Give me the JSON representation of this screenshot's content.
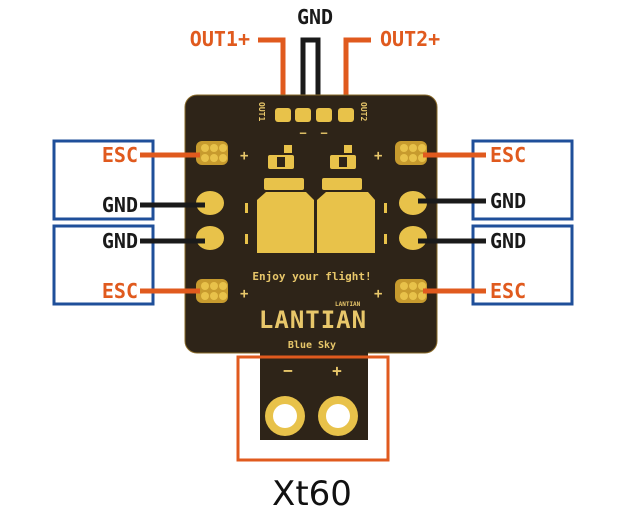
{
  "labels": {
    "gnd_top": "GND",
    "out1": "OUT1+",
    "out2": "OUT2+",
    "esc_left_top": "ESC",
    "gnd_left_top": "GND",
    "gnd_left_bottom": "GND",
    "esc_left_bottom": "ESC",
    "esc_right_top": "ESC",
    "gnd_right_top": "GND",
    "gnd_right_bottom": "GND",
    "esc_right_bottom": "ESC",
    "xt60": "Xt60"
  },
  "pcb": {
    "silk_out1": "OUT1",
    "silk_out2": "OUT2",
    "minus_a": "−",
    "minus_b": "−",
    "plus": "+",
    "enjoy": "Enjoy your flight!",
    "brand": "LANTIAN",
    "brand_small": "LANTIAN",
    "model": "Blue Sky",
    "xt_minus": "−",
    "xt_plus": "+"
  },
  "colors": {
    "orange": "#e05a1e",
    "blue": "#1f4f9a",
    "pcb": "#2e2418",
    "gold": "#e8c24a"
  }
}
